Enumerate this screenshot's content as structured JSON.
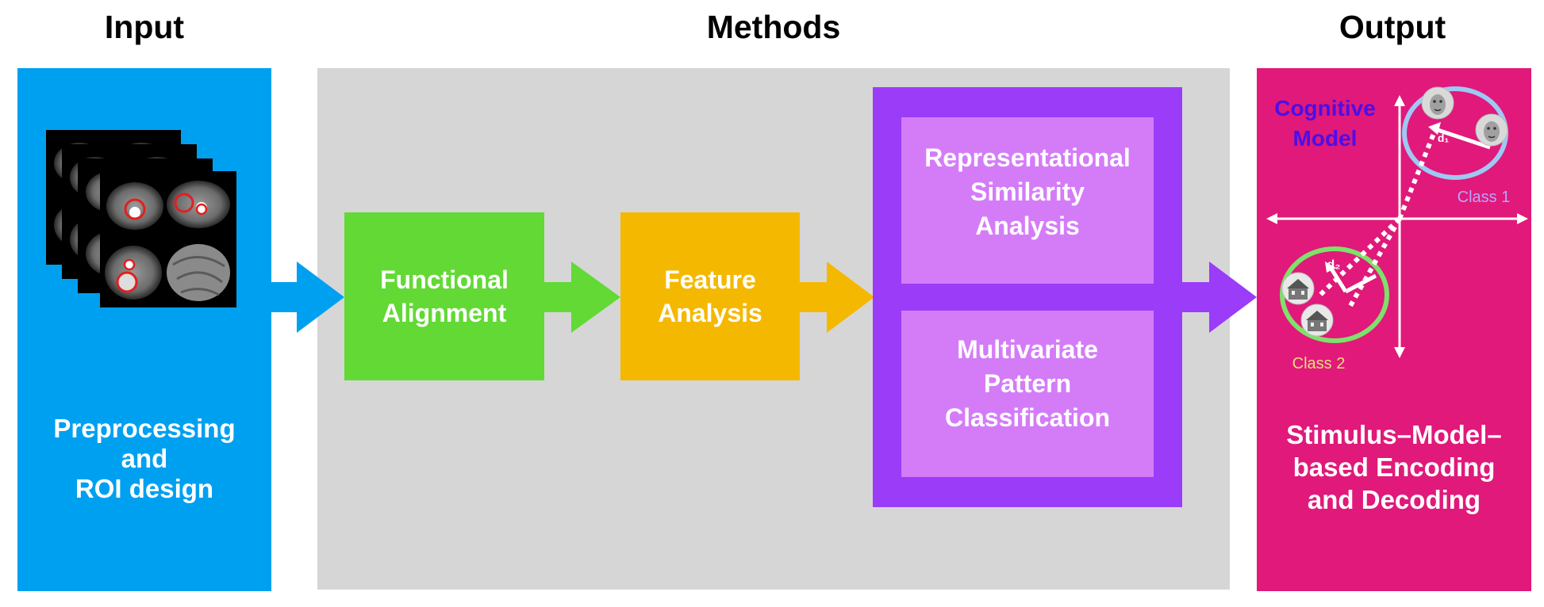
{
  "headings": {
    "input": "Input",
    "methods": "Methods",
    "output": "Output"
  },
  "input_panel": {
    "label": "Preprocessing\nand\nROI design"
  },
  "methods": {
    "functional_alignment": "Functional\nAlignment",
    "feature_analysis": "Feature\nAnalysis",
    "rsa": "Representational\nSimilarity\nAnalysis",
    "mvpa": "Multivariate\nPattern\nClassification"
  },
  "output_panel": {
    "cognitive_model": "Cognitive\nModel",
    "class1": "Class 1",
    "class2": "Class 2",
    "d1": "d₁",
    "d2": "d₂",
    "label": "Stimulus–Model–\nbased Encoding\nand Decoding"
  },
  "colors": {
    "input_blue": "#00a0f0",
    "methods_gray": "#d6d6d6",
    "green": "#62d935",
    "orange": "#f5b800",
    "purple": "#9b3cf8",
    "lilac": "#d47cf8",
    "magenta": "#e0197a",
    "cognitive_text": "#4b0fe8",
    "class1_ring": "#9fc8f3",
    "class2_ring": "#7fe06a",
    "class1_text": "#b8a6ff",
    "class2_text": "#e6e07a"
  },
  "icons": [
    "brain-slices-icon",
    "face-icon",
    "house-icon",
    "arrow-icon"
  ]
}
